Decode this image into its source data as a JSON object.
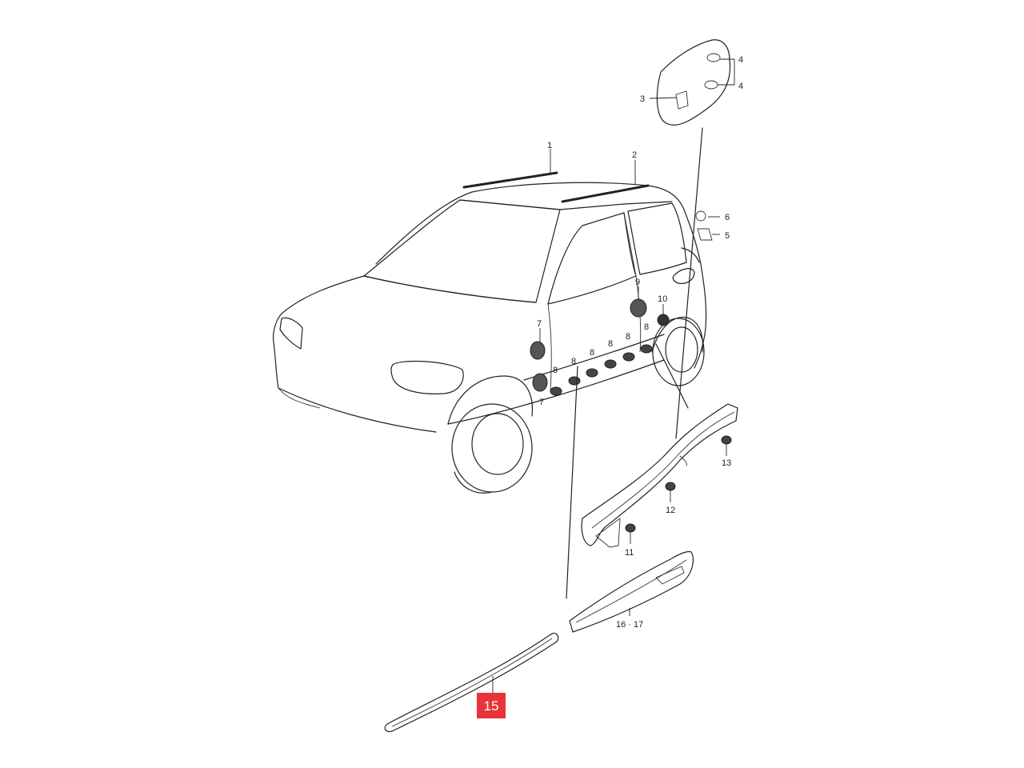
{
  "callouts": {
    "c1": "1",
    "c2": "2",
    "c3": "3",
    "c4a": "4",
    "c4b": "4",
    "c5": "5",
    "c6": "6",
    "c7a": "7",
    "c7b": "7",
    "c8a": "8",
    "c8b": "8",
    "c8c": "8",
    "c8d": "8",
    "c8e": "8",
    "c8f": "8",
    "c9": "9",
    "c10": "10",
    "c11": "11",
    "c12": "12",
    "c13": "13",
    "c16_17": "16 · 17"
  },
  "highlighted_part": "15",
  "colors": {
    "highlight": "#e8333a",
    "line": "#222222",
    "background": "#ffffff"
  }
}
